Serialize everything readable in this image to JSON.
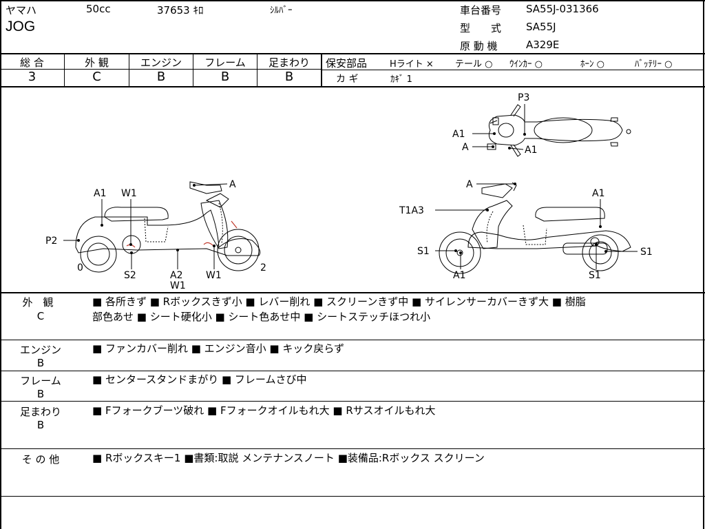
{
  "header": {
    "maker": "ヤマハ",
    "displacement": "50cc",
    "mileage": "37653 ｷﾛ",
    "color": "ｼﾙﾊﾞｰ",
    "model": "JOG",
    "frame_no_label": "車台番号",
    "frame_no": "SA55J-031366",
    "type_label": "型　　式",
    "type": "SA55J",
    "engine_label": "原 動 機",
    "engine": "A329E"
  },
  "ratings": {
    "overall_label": "総 合",
    "overall": "3",
    "exterior_label": "外 観",
    "exterior": "C",
    "engine_label": "エンジン",
    "engine": "B",
    "frame_label": "フレーム",
    "frame": "B",
    "suspension_label": "足まわり",
    "suspension": "B",
    "safety_label": "保安部品",
    "headlight": "Hライト ×",
    "taillight": "テール ○",
    "winker": "ｳｲﾝｶｰ ○",
    "horn": "ﾎｰﾝ ○",
    "battery": "ﾊﾞｯﾃﾘｰ ○",
    "key_label": "カ ギ",
    "key": "ｶｷﾞ 1"
  },
  "diagram": {
    "top_labels": {
      "p3": "P3",
      "a1_upper": "A1",
      "a_lower": "A",
      "a1_right": "A1"
    },
    "left_labels": {
      "a_top": "A",
      "a1": "A1",
      "w1_top": "W1",
      "p2": "P2",
      "zero": "0",
      "s2": "S2",
      "a2": "A2",
      "w1_mid": "W1",
      "w1_bottom": "W1",
      "two": "2"
    },
    "right_labels": {
      "a_top": "A",
      "a1": "A1",
      "t1a3": "T1A3",
      "s1_left": "S1",
      "a1_bottom": "A1",
      "s1_right": "S1",
      "s1_bottom": "S1"
    }
  },
  "remarks": {
    "exterior_cat": "外　観",
    "exterior_grade": "C",
    "exterior_line1": "■ 各所きず ■ Rボックスきず小 ■ レバー削れ ■ スクリーンきず中 ■ サイレンサーカバーきず大 ■ 樹脂",
    "exterior_line2": "部色あせ ■ シート硬化小 ■ シート色あせ中 ■ シートステッチほつれ小",
    "engine_cat": "エンジン",
    "engine_grade": "B",
    "engine_line": "■ ファンカバー削れ ■ エンジン音小 ■ キック戻らず",
    "frame_cat": "フレーム",
    "frame_grade": "B",
    "frame_line": "■ センタースタンドまがり ■ フレームさび中",
    "susp_cat": "足まわり",
    "susp_grade": "B",
    "susp_line": "■ Fフォークブーツ破れ ■ Fフォークオイルもれ大 ■ Rサスオイルもれ大",
    "other_cat": "そ の 他",
    "other_line": "■ Rボックスキー1 ■書類:取説 メンテナンスノート ■装備品:Rボックス スクリーン"
  }
}
